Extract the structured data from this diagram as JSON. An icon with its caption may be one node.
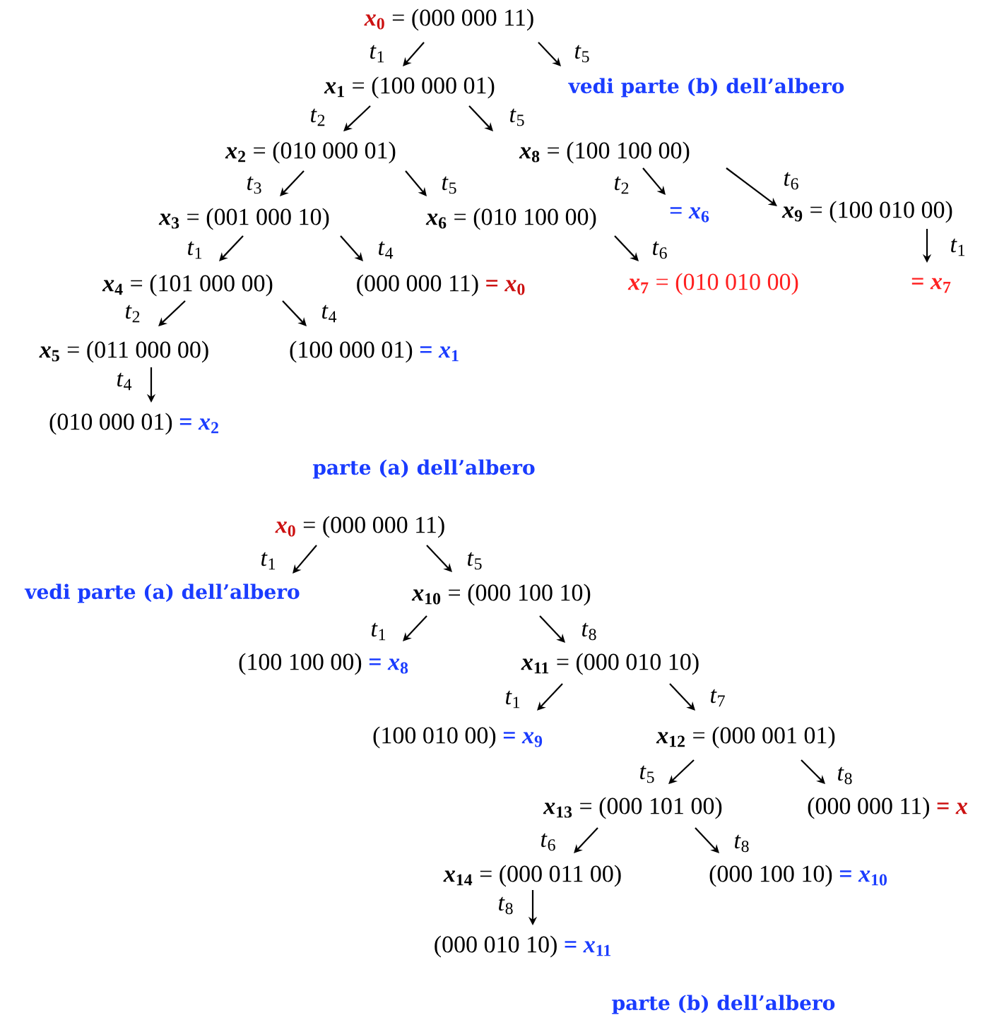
{
  "diagram": {
    "nodes": [
      {
        "text": [
          "*x*$_{0}$",
          "= (000 000 11)"
        ]
      },
      {
        "text": [
          "*x*$_{1}$",
          "= (100 000 01)"
        ]
      },
      {
        "text": [
          "vedi parte (b) dell’albero"
        ]
      },
      {
        "text": [
          "*x*$_{2}$",
          "= (010 000 01)"
        ]
      },
      {
        "text": [
          "*x*$_{8}$",
          "= (100 100 00)"
        ]
      },
      {
        "text": [
          "*x*$_{3}$",
          "= (001 000 10)"
        ]
      },
      {
        "text": [
          "*x*$_{6}$",
          "= (010 100 00)"
        ]
      },
      {
        "text": [
          "= *x*$_{6}$"
        ]
      },
      {
        "text": [
          "*x*$_{9}$",
          "= (100 010 00)"
        ]
      },
      {
        "text": [
          "*x*$_{4}$",
          "= (101 000 00)"
        ]
      },
      {
        "text": [
          "(000 000 11)",
          "= *x*$_{0}$"
        ]
      },
      {
        "text": [
          "*x*$_{7}$",
          "= (010 010 00)"
        ]
      },
      {
        "text": [
          "= *x*$_{7}$"
        ]
      },
      {
        "text": [
          "*x*$_{5}$",
          "= (011 000 00)"
        ]
      },
      {
        "text": [
          "(100 000 01)",
          "= *x*$_{1}$"
        ]
      },
      {
        "text": [
          "(010 000 01)",
          "= *x*$_{2}$"
        ]
      },
      {
        "text": [
          "*x*$_{0}$",
          "= (000 000 11)"
        ]
      },
      {
        "text": [
          "vedi parte (a) dell’albero"
        ]
      },
      {
        "text": [
          "*x*$_{10}$",
          "= (000 100 10)"
        ]
      },
      {
        "text": [
          "(100 100 00)",
          "= *x*$_{8}$"
        ]
      },
      {
        "text": [
          "*x*$_{11}$",
          "= (000 010 10)"
        ]
      },
      {
        "text": [
          "(100 010 00)",
          "= *x*$_{9}$"
        ]
      },
      {
        "text": [
          "*x*$_{12}$",
          "= (000 001 01)"
        ]
      },
      {
        "text": [
          "*x*$_{13}$",
          "= (000 101 00)"
        ]
      },
      {
        "text": [
          "(000 000 11)",
          "= *x*"
        ]
      },
      {
        "text": [
          "*x*$_{14}$",
          "= (000 011 00)"
        ]
      },
      {
        "text": [
          "(000 100 10)",
          "= *x*$_{10}$"
        ]
      },
      {
        "text": [
          "(000 010 10)",
          "= *x*$_{11}$"
        ]
      }
    ],
    "edges": [
      {
        "from": 0,
        "to": 1,
        "arrow": "to",
        "label": "*t*$_{1}$"
      },
      {
        "from": 0,
        "to": 2,
        "arrow": "to",
        "label": "*t*$_{5}$"
      },
      {
        "from": 1,
        "to": 3,
        "arrow": "to",
        "label": "*t*$_{2}$"
      },
      {
        "from": 1,
        "to": 4,
        "arrow": "to",
        "label": "*t*$_{5}$"
      },
      {
        "from": 3,
        "to": 5,
        "arrow": "to",
        "label": "*t*$_{3}$"
      },
      {
        "from": 3,
        "to": 6,
        "arrow": "to",
        "label": "*t*$_{5}$"
      },
      {
        "from": 4,
        "to": 7,
        "arrow": "to",
        "label": "*t*$_{2}$"
      },
      {
        "from": 4,
        "to": 8,
        "arrow": "to",
        "label": "*t*$_{6}$"
      },
      {
        "from": 5,
        "to": 9,
        "arrow": "to",
        "label": "*t*$_{1}$"
      },
      {
        "from": 5,
        "to": 10,
        "arrow": "to",
        "label": "*t*$_{4}$"
      },
      {
        "from": 6,
        "to": 11,
        "arrow": "to",
        "label": "*t*$_{6}$"
      },
      {
        "from": 8,
        "to": 12,
        "arrow": "to",
        "label": "*t*$_{1}$"
      },
      {
        "from": 9,
        "to": 13,
        "arrow": "to",
        "label": "*t*$_{2}$"
      },
      {
        "from": 9,
        "to": 14,
        "arrow": "to",
        "label": "*t*$_{4}$"
      },
      {
        "from": 13,
        "to": 15,
        "arrow": "to",
        "label": "*t*$_{4}$"
      },
      {
        "from": 16,
        "to": 17,
        "arrow": "to",
        "label": "*t*$_{1}$"
      },
      {
        "from": 16,
        "to": 18,
        "arrow": "to",
        "label": "*t*$_{5}$"
      },
      {
        "from": 18,
        "to": 19,
        "arrow": "to",
        "label": "*t*$_{1}$"
      },
      {
        "from": 18,
        "to": 20,
        "arrow": "to",
        "label": "*t*$_{8}$"
      },
      {
        "from": 20,
        "to": 21,
        "arrow": "to",
        "label": "*t*$_{1}$"
      },
      {
        "from": 20,
        "to": 22,
        "arrow": "to",
        "label": "*t*$_{7}$"
      },
      {
        "from": 22,
        "to": 23,
        "arrow": "to",
        "label": "*t*$_{5}$"
      },
      {
        "from": 22,
        "to": 24,
        "arrow": "to",
        "label": "*t*$_{8}$"
      },
      {
        "from": 23,
        "to": 25,
        "arrow": "to",
        "label": "*t*$_{6}$"
      },
      {
        "from": 23,
        "to": 26,
        "arrow": "to",
        "label": "*t*$_{8}$"
      },
      {
        "from": 25,
        "to": 27,
        "arrow": "to",
        "label": "*t*$_{8}$"
      }
    ],
    "labels": [
      "parte (a) dell’albero",
      "parte (b) dell’albero"
    ]
  }
}
